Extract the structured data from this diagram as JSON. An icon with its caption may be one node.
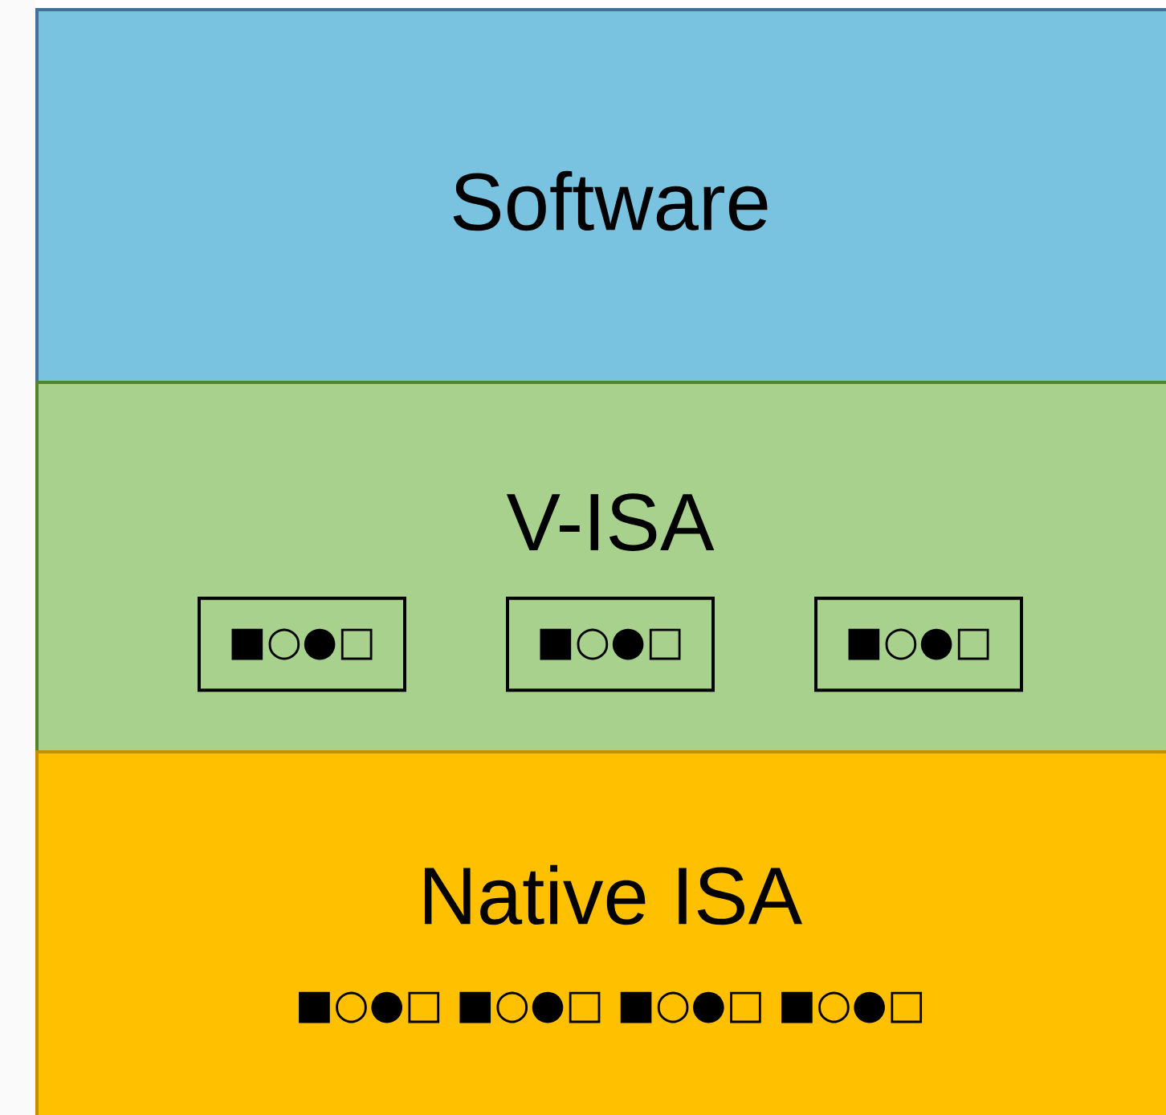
{
  "diagram": {
    "nodes": [
      {
        "text": [
          "Software"
        ]
      },
      {
        "text": [
          "V-ISA"
        ]
      },
      {
        "text": [
          "■○●□"
        ],
        "in": 1
      },
      {
        "text": [
          "■○●□"
        ],
        "in": 1
      },
      {
        "text": [
          "■○●□"
        ],
        "in": 1
      },
      {
        "text": [
          "Native ISA",
          "■○●□ ■○●□ ■○●□ ■○●□"
        ]
      }
    ]
  }
}
